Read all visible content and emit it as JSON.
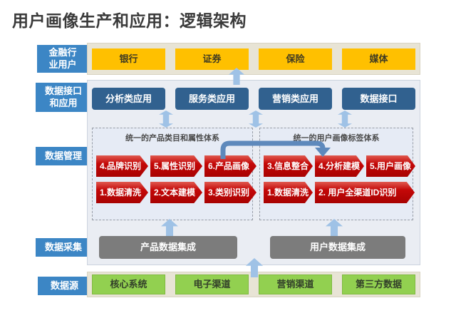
{
  "title": "用户画像生产和应用：逻辑架构",
  "sidebar": {
    "industry_users": "金融行\n业用户",
    "data_interface_apps": "数据接口\n和应用",
    "data_management": "数据管理",
    "data_collection": "数据采集",
    "data_source": "数据源"
  },
  "industry_row": {
    "items": [
      "银行",
      "证券",
      "保险",
      "媒体"
    ]
  },
  "apps_row": {
    "items": [
      "分析类应用",
      "服务类应用",
      "营销类应用",
      "数据接口"
    ]
  },
  "product_system": {
    "title": "统一的产品类目和属性体系",
    "top_steps": [
      "4.品牌识别",
      "5.属性识别",
      "6.产品画像"
    ],
    "bottom_steps": [
      "1.数据清洗",
      "2.文本建模",
      "3.类别识别"
    ]
  },
  "user_system": {
    "title": "统一的用户画像标签体系",
    "top_steps": [
      "3.信息整合",
      "4.分析建模",
      "5.用户画像"
    ],
    "bottom_steps": [
      "1.数据清洗",
      "2. 用户全渠道ID识别"
    ]
  },
  "collection_row": {
    "items": [
      "产品数据集成",
      "用户数据集成"
    ]
  },
  "source_row": {
    "items": [
      "核心系统",
      "电子渠道",
      "营销渠道",
      "第三方数据"
    ]
  },
  "colors": {
    "label_blue": "#3c86c5",
    "app_blue": "#31618f",
    "accent_yellow": "#ffc000",
    "accent_green": "#92d050",
    "box_gray": "#7c7c7c",
    "step_red": "#c40808",
    "arrow_blue": "#9fc2e6",
    "connector_blue": "#5e89bc"
  }
}
